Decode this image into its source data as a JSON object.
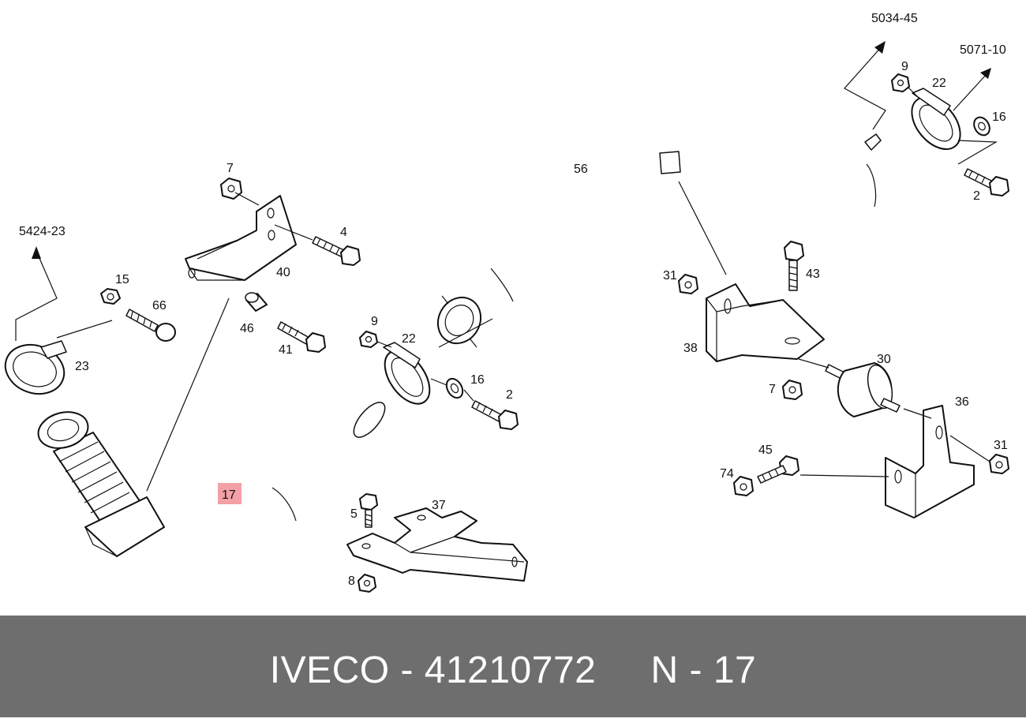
{
  "diagram": {
    "labels": {
      "ref_5034_45": "5034-45",
      "ref_5071_10": "5071-10",
      "ref_5424_23": "5424-23",
      "part_9_top": "9",
      "part_22_top": "22",
      "part_16_top": "16",
      "part_2_top": "2",
      "part_56": "56",
      "part_7_top": "7",
      "part_4": "4",
      "part_40": "40",
      "part_15": "15",
      "part_66": "66",
      "part_46": "46",
      "part_41": "41",
      "part_23": "23",
      "part_9_mid": "9",
      "part_22_mid": "22",
      "part_16_mid": "16",
      "part_2_mid": "2",
      "part_31_top": "31",
      "part_43": "43",
      "part_38": "38",
      "part_30": "30",
      "part_7_mid": "7",
      "part_36": "36",
      "part_45": "45",
      "part_74": "74",
      "part_31_right": "31",
      "part_37": "37",
      "part_5": "5",
      "part_8": "8",
      "part_17": "17"
    },
    "highlight_color": "#f3a0a6"
  },
  "footer": {
    "text": "IVECO - 41210772     N - 17",
    "background": "#6e6e6e",
    "text_color": "#ffffff"
  }
}
